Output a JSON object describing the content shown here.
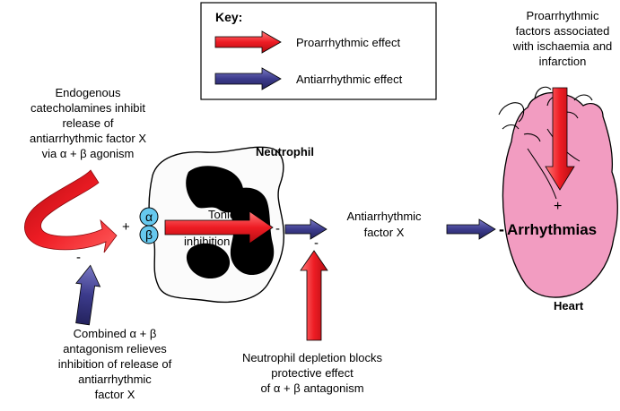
{
  "key": {
    "title": "Key:",
    "proarrhythmic_label": "Proarrhythmic effect",
    "antiarrhythmic_label": "Antiarrhythmic effect"
  },
  "colors": {
    "proarrhythmic": "#ee1c24",
    "antiarrhythmic": "#3c3b8c",
    "heart_fill": "#f29cc1",
    "receptor_fill": "#66c8ee",
    "nucleus": "#000000"
  },
  "catecholamines": {
    "lines": [
      "Endogenous",
      "catecholamines inhibit",
      "release of",
      "antiarrhythmic factor X",
      "via α + β agonism"
    ],
    "plus_sign": "+",
    "minus_sign": "-"
  },
  "neutrophil": {
    "title": "Neutrophil",
    "receptor_alpha": "α",
    "receptor_beta": "β",
    "tonic_line1": "Tonic",
    "tonic_line2": "inhibition",
    "minus_sign": "-"
  },
  "antagonism": {
    "lines": [
      "Combined α + β",
      "antagonism relieves",
      "inhibition of release of",
      "antiarrhythmic",
      "factor X"
    ]
  },
  "factor_x": {
    "lines": [
      "Antiarrhythmic",
      "factor X"
    ],
    "minus_sign": "-"
  },
  "depletion": {
    "lines": [
      "Neutrophil depletion blocks",
      "protective effect",
      "of α + β antagonism"
    ]
  },
  "ischaemia": {
    "lines": [
      "Proarrhythmic",
      "factors associated",
      "with ischaemia and",
      "infarction"
    ]
  },
  "heart": {
    "label": "Heart",
    "arrhythmias": "Arrhythmias",
    "plus_sign": "+",
    "minus_sign": "-"
  }
}
